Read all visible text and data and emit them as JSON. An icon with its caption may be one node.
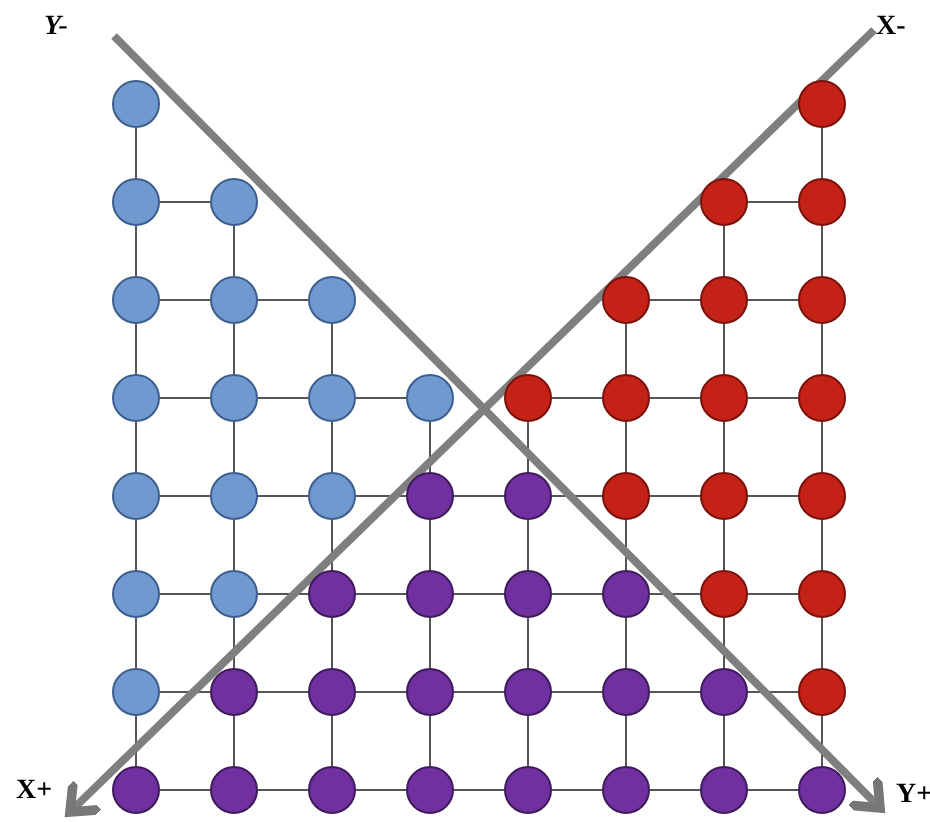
{
  "diagram": {
    "nodes": [
      {
        "text": [],
        "shape": "circle"
      },
      {
        "text": [],
        "shape": "circle"
      },
      {
        "text": [],
        "shape": "circle"
      },
      {
        "text": [],
        "shape": "circle"
      },
      {
        "text": [],
        "shape": "circle"
      },
      {
        "text": [],
        "shape": "circle"
      },
      {
        "text": [],
        "shape": "circle"
      },
      {
        "text": [],
        "shape": "circle"
      },
      {
        "text": [],
        "shape": "circle"
      },
      {
        "text": [],
        "shape": "circle"
      },
      {
        "text": [],
        "shape": "circle"
      },
      {
        "text": [],
        "shape": "circle"
      },
      {
        "text": [],
        "shape": "circle"
      },
      {
        "text": [],
        "shape": "circle"
      },
      {
        "text": [],
        "shape": "circle"
      },
      {
        "text": [],
        "shape": "circle"
      },
      {
        "text": [],
        "shape": "circle"
      },
      {
        "text": [],
        "shape": "circle"
      },
      {
        "text": [],
        "shape": "circle"
      },
      {
        "text": [],
        "shape": "circle"
      },
      {
        "text": [],
        "shape": "circle"
      },
      {
        "text": [],
        "shape": "circle"
      },
      {
        "text": [],
        "shape": "circle"
      },
      {
        "text": [],
        "shape": "circle"
      },
      {
        "text": [],
        "shape": "circle"
      },
      {
        "text": [],
        "shape": "circle"
      },
      {
        "text": [],
        "shape": "circle"
      },
      {
        "text": [],
        "shape": "circle"
      },
      {
        "text": [],
        "shape": "circle"
      },
      {
        "text": [],
        "shape": "circle"
      },
      {
        "text": [],
        "shape": "circle"
      },
      {
        "text": [],
        "shape": "circle"
      },
      {
        "text": [],
        "shape": "circle"
      },
      {
        "text": [],
        "shape": "circle"
      },
      {
        "text": [],
        "shape": "circle"
      },
      {
        "text": [],
        "shape": "circle"
      },
      {
        "text": [],
        "shape": "circle"
      },
      {
        "text": [],
        "shape": "circle"
      },
      {
        "text": [],
        "shape": "circle"
      },
      {
        "text": [],
        "shape": "circle"
      },
      {
        "text": [],
        "shape": "circle"
      },
      {
        "text": [],
        "shape": "circle"
      },
      {
        "text": [],
        "shape": "circle"
      },
      {
        "text": [],
        "shape": "circle"
      },
      {
        "text": [],
        "shape": "circle"
      },
      {
        "text": [],
        "shape": "circle"
      },
      {
        "text": [],
        "shape": "circle"
      },
      {
        "text": [],
        "shape": "circle"
      },
      {
        "text": [],
        "shape": "circle"
      },
      {
        "text": [],
        "shape": "circle"
      },
      {
        "text": [],
        "shape": "circle"
      },
      {
        "text": [],
        "shape": "circle"
      }
    ],
    "edges": [
      {
        "from": 0,
        "to": 2,
        "arrow": "none"
      },
      {
        "from": 1,
        "to": 5,
        "arrow": "none"
      },
      {
        "from": 2,
        "to": 3,
        "arrow": "none"
      },
      {
        "from": 4,
        "to": 5,
        "arrow": "none"
      },
      {
        "from": 2,
        "to": 6,
        "arrow": "none"
      },
      {
        "from": 3,
        "to": 7,
        "arrow": "none"
      },
      {
        "from": 4,
        "to": 10,
        "arrow": "none"
      },
      {
        "from": 5,
        "to": 11,
        "arrow": "none"
      },
      {
        "from": 6,
        "to": 7,
        "arrow": "none"
      },
      {
        "from": 7,
        "to": 8,
        "arrow": "none"
      },
      {
        "from": 9,
        "to": 10,
        "arrow": "none"
      },
      {
        "from": 10,
        "to": 11,
        "arrow": "none"
      },
      {
        "from": 6,
        "to": 12,
        "arrow": "none"
      },
      {
        "from": 7,
        "to": 13,
        "arrow": "none"
      },
      {
        "from": 8,
        "to": 14,
        "arrow": "none"
      },
      {
        "from": 9,
        "to": 17,
        "arrow": "none"
      },
      {
        "from": 10,
        "to": 18,
        "arrow": "none"
      },
      {
        "from": 11,
        "to": 19,
        "arrow": "none"
      },
      {
        "from": 12,
        "to": 13,
        "arrow": "none"
      },
      {
        "from": 13,
        "to": 14,
        "arrow": "none"
      },
      {
        "from": 14,
        "to": 15,
        "arrow": "none"
      },
      {
        "from": 16,
        "to": 17,
        "arrow": "none"
      },
      {
        "from": 17,
        "to": 18,
        "arrow": "none"
      },
      {
        "from": 18,
        "to": 19,
        "arrow": "none"
      },
      {
        "from": 12,
        "to": 20,
        "arrow": "none"
      },
      {
        "from": 13,
        "to": 21,
        "arrow": "none"
      },
      {
        "from": 14,
        "to": 22,
        "arrow": "none"
      },
      {
        "from": 15,
        "to": 23,
        "arrow": "none"
      },
      {
        "from": 16,
        "to": 24,
        "arrow": "none"
      },
      {
        "from": 17,
        "to": 25,
        "arrow": "none"
      },
      {
        "from": 18,
        "to": 26,
        "arrow": "none"
      },
      {
        "from": 19,
        "to": 27,
        "arrow": "none"
      },
      {
        "from": 20,
        "to": 21,
        "arrow": "none"
      },
      {
        "from": 21,
        "to": 22,
        "arrow": "none"
      },
      {
        "from": 22,
        "to": 23,
        "arrow": "none"
      },
      {
        "from": 23,
        "to": 24,
        "arrow": "none"
      },
      {
        "from": 24,
        "to": 25,
        "arrow": "none"
      },
      {
        "from": 25,
        "to": 26,
        "arrow": "none"
      },
      {
        "from": 26,
        "to": 27,
        "arrow": "none"
      },
      {
        "from": 20,
        "to": 28,
        "arrow": "none"
      },
      {
        "from": 21,
        "to": 29,
        "arrow": "none"
      },
      {
        "from": 22,
        "to": 30,
        "arrow": "none"
      },
      {
        "from": 23,
        "to": 31,
        "arrow": "none"
      },
      {
        "from": 24,
        "to": 32,
        "arrow": "none"
      },
      {
        "from": 25,
        "to": 33,
        "arrow": "none"
      },
      {
        "from": 26,
        "to": 34,
        "arrow": "none"
      },
      {
        "from": 27,
        "to": 35,
        "arrow": "none"
      },
      {
        "from": 28,
        "to": 29,
        "arrow": "none"
      },
      {
        "from": 29,
        "to": 30,
        "arrow": "none"
      },
      {
        "from": 30,
        "to": 31,
        "arrow": "none"
      },
      {
        "from": 31,
        "to": 32,
        "arrow": "none"
      },
      {
        "from": 32,
        "to": 33,
        "arrow": "none"
      },
      {
        "from": 33,
        "to": 34,
        "arrow": "none"
      },
      {
        "from": 34,
        "to": 35,
        "arrow": "none"
      },
      {
        "from": 28,
        "to": 36,
        "arrow": "none"
      },
      {
        "from": 29,
        "to": 37,
        "arrow": "none"
      },
      {
        "from": 30,
        "to": 38,
        "arrow": "none"
      },
      {
        "from": 31,
        "to": 39,
        "arrow": "none"
      },
      {
        "from": 32,
        "to": 40,
        "arrow": "none"
      },
      {
        "from": 33,
        "to": 41,
        "arrow": "none"
      },
      {
        "from": 34,
        "to": 42,
        "arrow": "none"
      },
      {
        "from": 35,
        "to": 43,
        "arrow": "none"
      },
      {
        "from": 36,
        "to": 37,
        "arrow": "none"
      },
      {
        "from": 37,
        "to": 38,
        "arrow": "none"
      },
      {
        "from": 38,
        "to": 39,
        "arrow": "none"
      },
      {
        "from": 39,
        "to": 40,
        "arrow": "none"
      },
      {
        "from": 40,
        "to": 41,
        "arrow": "none"
      },
      {
        "from": 41,
        "to": 42,
        "arrow": "none"
      },
      {
        "from": 42,
        "to": 43,
        "arrow": "none"
      },
      {
        "from": 36,
        "to": 44,
        "arrow": "none"
      },
      {
        "from": 37,
        "to": 45,
        "arrow": "none"
      },
      {
        "from": 38,
        "to": 46,
        "arrow": "none"
      },
      {
        "from": 39,
        "to": 47,
        "arrow": "none"
      },
      {
        "from": 40,
        "to": 48,
        "arrow": "none"
      },
      {
        "from": 41,
        "to": 49,
        "arrow": "none"
      },
      {
        "from": 42,
        "to": 50,
        "arrow": "none"
      },
      {
        "from": 43,
        "to": 51,
        "arrow": "none"
      },
      {
        "from": 44,
        "to": 45,
        "arrow": "none"
      },
      {
        "from": 45,
        "to": 46,
        "arrow": "none"
      },
      {
        "from": 46,
        "to": 47,
        "arrow": "none"
      },
      {
        "from": 47,
        "to": 48,
        "arrow": "none"
      },
      {
        "from": 48,
        "to": 49,
        "arrow": "none"
      },
      {
        "from": 49,
        "to": 50,
        "arrow": "none"
      },
      {
        "from": 50,
        "to": 51,
        "arrow": "none"
      }
    ],
    "labels": [
      "Y-",
      "X-",
      "X+",
      "Y+"
    ]
  }
}
